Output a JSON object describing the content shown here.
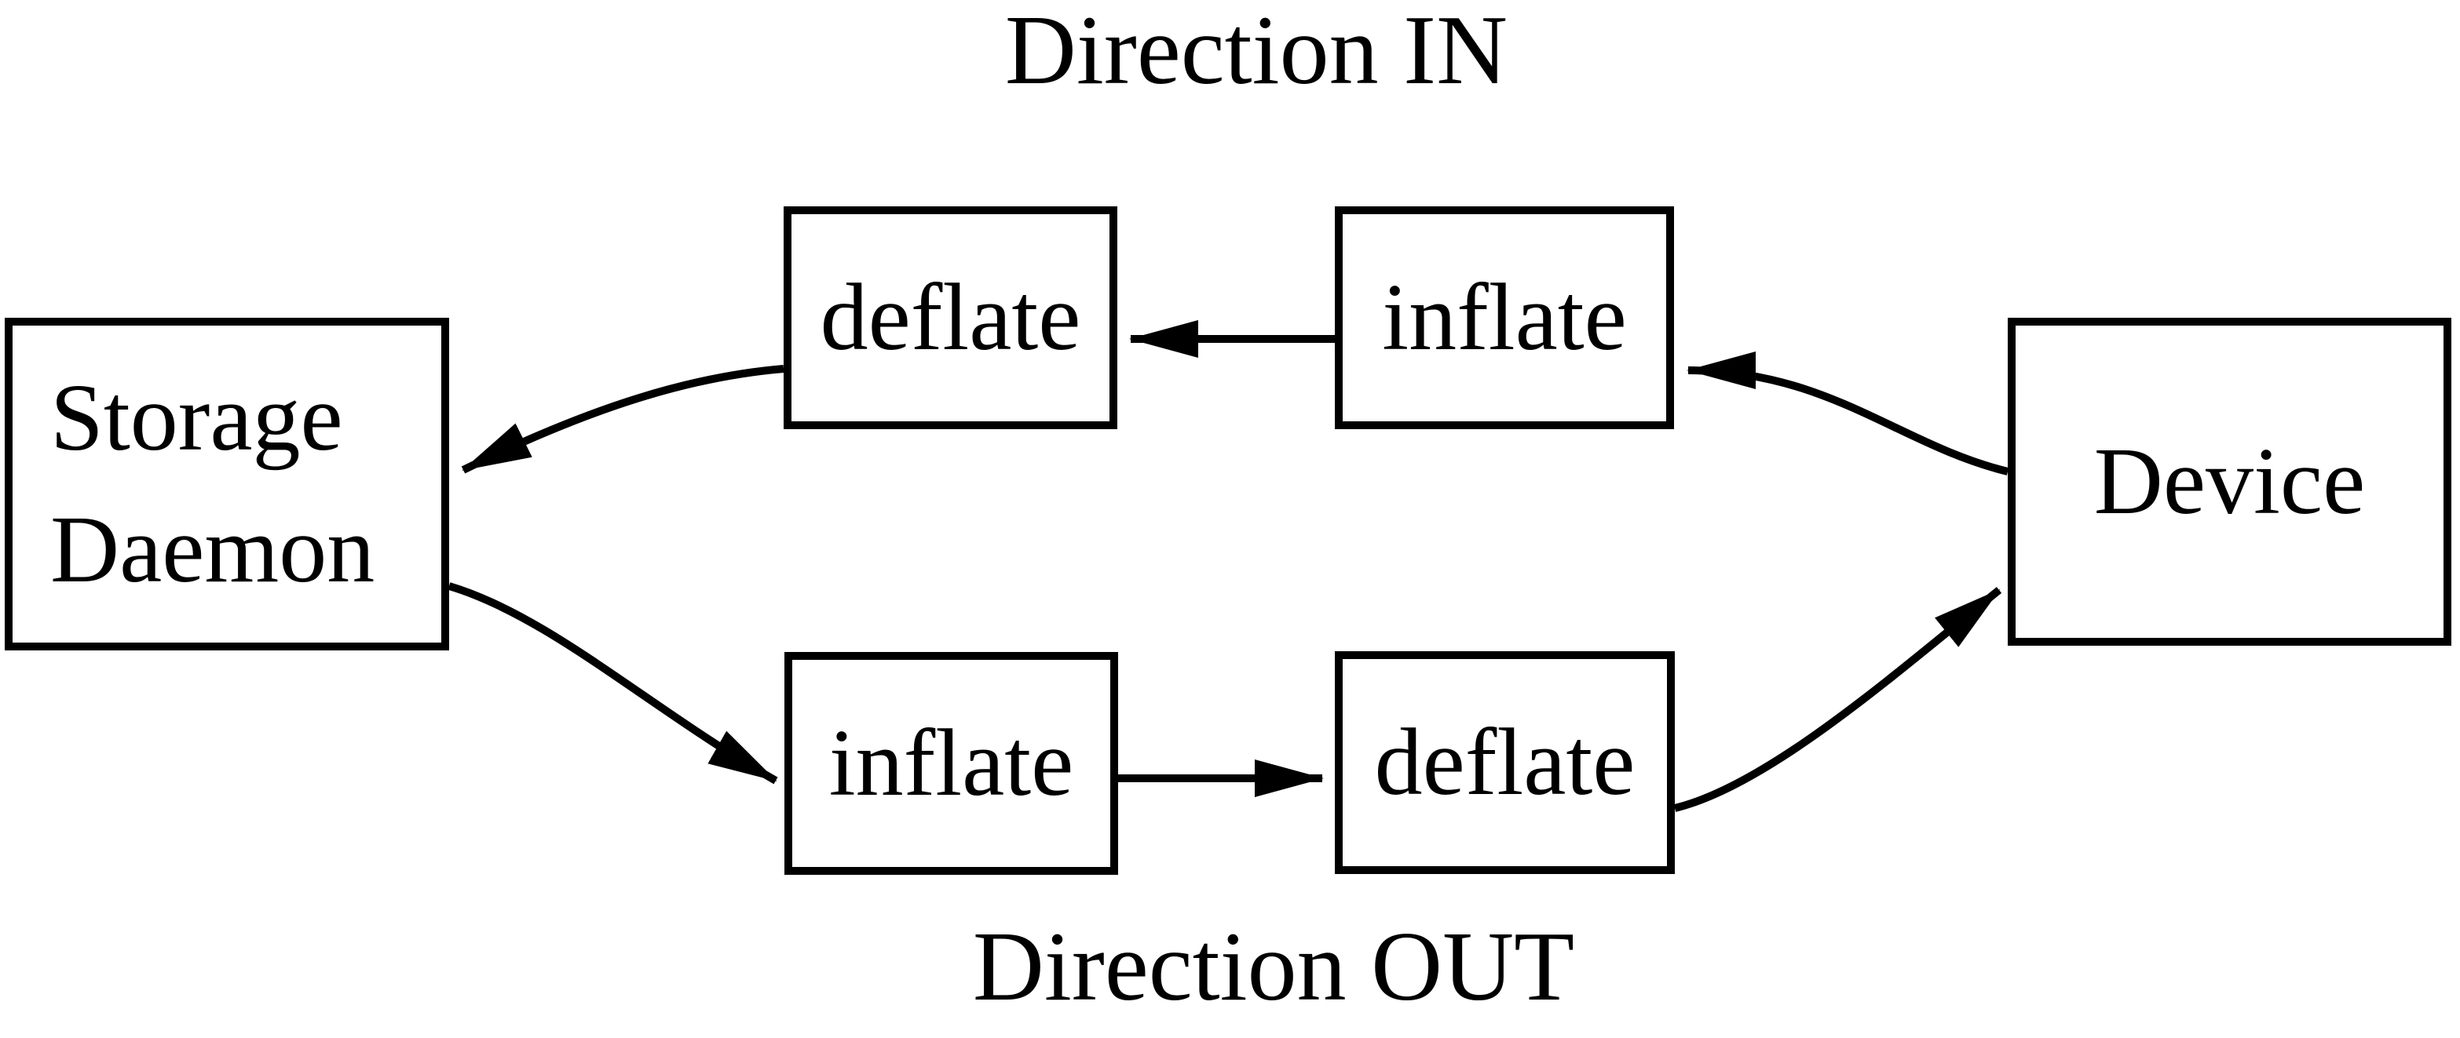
{
  "titles": {
    "in": "Direction IN",
    "out": "Direction OUT"
  },
  "nodes": {
    "storage_daemon": {
      "lines": [
        "Storage",
        "Daemon"
      ]
    },
    "deflate_top": {
      "label": "deflate"
    },
    "inflate_top": {
      "label": "inflate"
    },
    "inflate_bottom": {
      "label": "inflate"
    },
    "deflate_bottom": {
      "label": "deflate"
    },
    "device": {
      "label": "Device"
    }
  },
  "flows": {
    "direction_in": [
      {
        "from": "Device",
        "to": "inflate"
      },
      {
        "from": "inflate",
        "to": "deflate"
      },
      {
        "from": "deflate",
        "to": "Storage Daemon"
      }
    ],
    "direction_out": [
      {
        "from": "Storage Daemon",
        "to": "inflate"
      },
      {
        "from": "inflate",
        "to": "deflate"
      },
      {
        "from": "deflate",
        "to": "Device"
      }
    ]
  },
  "colors": {
    "line": "#000000",
    "text": "#000000",
    "background": "#ffffff"
  }
}
